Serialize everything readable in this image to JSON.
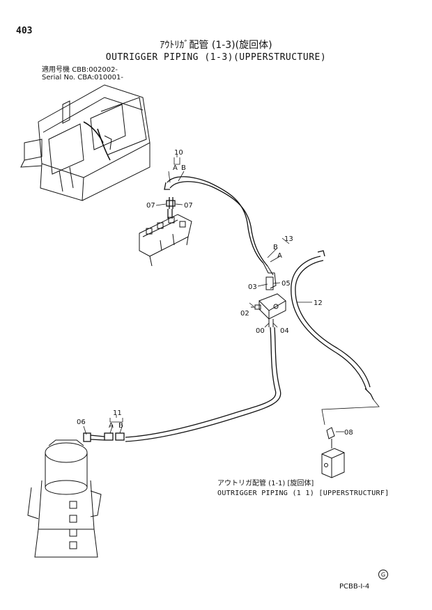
{
  "page_number": "403",
  "title_jp": "ｱｳﾄﾘｶﾞ配管 (1-3)(旋回体)",
  "title_en": "OUTRIGGER PIPING (1-3)(UPPERSTRUCTURE)",
  "serials": [
    {
      "label": "適用号機",
      "value": "CBB:002002-"
    },
    {
      "label": "Serial No.",
      "value": "CBA:010001-"
    }
  ],
  "callouts": {
    "c10": "10",
    "c10a": "A",
    "c10b": "B",
    "c07a": "07",
    "c07b": "07",
    "c13": "13",
    "c13a": "A",
    "c13b": "B",
    "c03": "03",
    "c05": "05",
    "c02": "02",
    "c12": "12",
    "c00": "00",
    "c04": "04",
    "c11": "11",
    "c11a": "A",
    "c11b": "B",
    "c06": "06",
    "c08": "08"
  },
  "ref_jp": "アウトリガ配管 (1-1) [旋回体]",
  "ref_en": "OUTRIGGER PIPING (1 1) [UPPERSTRUCTURF]",
  "circle_mark": "G",
  "doc_code": "PCBB-I-4"
}
